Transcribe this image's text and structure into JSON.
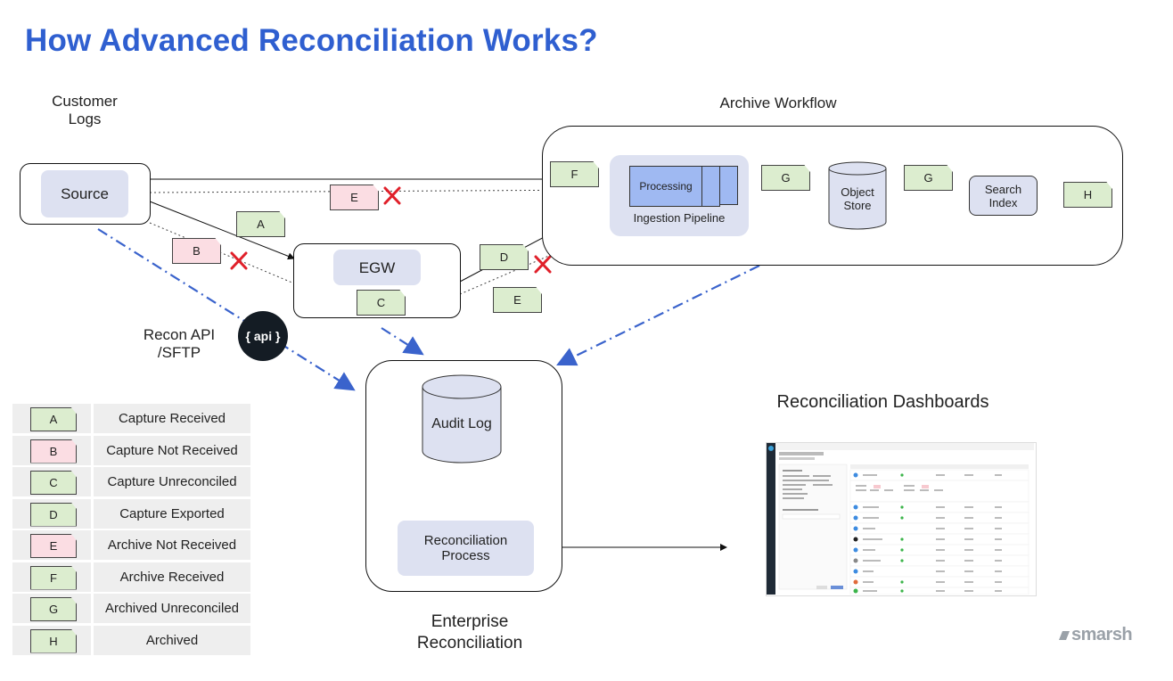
{
  "title": "How Advanced Reconciliation Works?",
  "labels": {
    "customer_logs": "Customer\nLogs",
    "archive_workflow": "Archive Workflow",
    "recon_api": "Recon API\n/SFTP",
    "enterprise_reconciliation": "Enterprise\nReconciliation",
    "reconciliation_dashboards": "Reconciliation Dashboards"
  },
  "nodes": {
    "source": "Source",
    "egw": "EGW",
    "processing": "Processing",
    "ingestion_pipeline": "Ingestion Pipeline",
    "object_store": "Object\nStore",
    "search_index": "Search\nIndex",
    "audit_log": "Audit Log",
    "reconciliation_process": "Reconciliation\nProcess",
    "api_badge": "{ api }"
  },
  "tags": {
    "a": "A",
    "b": "B",
    "c": "C",
    "d": "D",
    "e_top": "E",
    "e_bottom": "E",
    "f": "F",
    "g_left": "G",
    "g_right": "G",
    "h": "H"
  },
  "legend": [
    {
      "code": "A",
      "label": "Capture Received",
      "status": "green"
    },
    {
      "code": "B",
      "label": "Capture Not Received",
      "status": "pink"
    },
    {
      "code": "C",
      "label": "Capture Unreconciled",
      "status": "green"
    },
    {
      "code": "D",
      "label": "Capture Exported",
      "status": "green"
    },
    {
      "code": "E",
      "label": "Archive Not Received",
      "status": "pink"
    },
    {
      "code": "F",
      "label": "Archive Received",
      "status": "green"
    },
    {
      "code": "G",
      "label": "Archived Unreconciled",
      "status": "green"
    },
    {
      "code": "H",
      "label": "Archived",
      "status": "green"
    }
  ],
  "brand": "smarsh",
  "colors": {
    "title": "#2f5fd0",
    "node_fill": "#dde1f1",
    "tag_green": "#dcedcf",
    "tag_pink": "#fbdde3",
    "cross": "#e0202a",
    "dashed_arrow": "#3a63cc",
    "processing_fill": "#9fb9f2"
  }
}
